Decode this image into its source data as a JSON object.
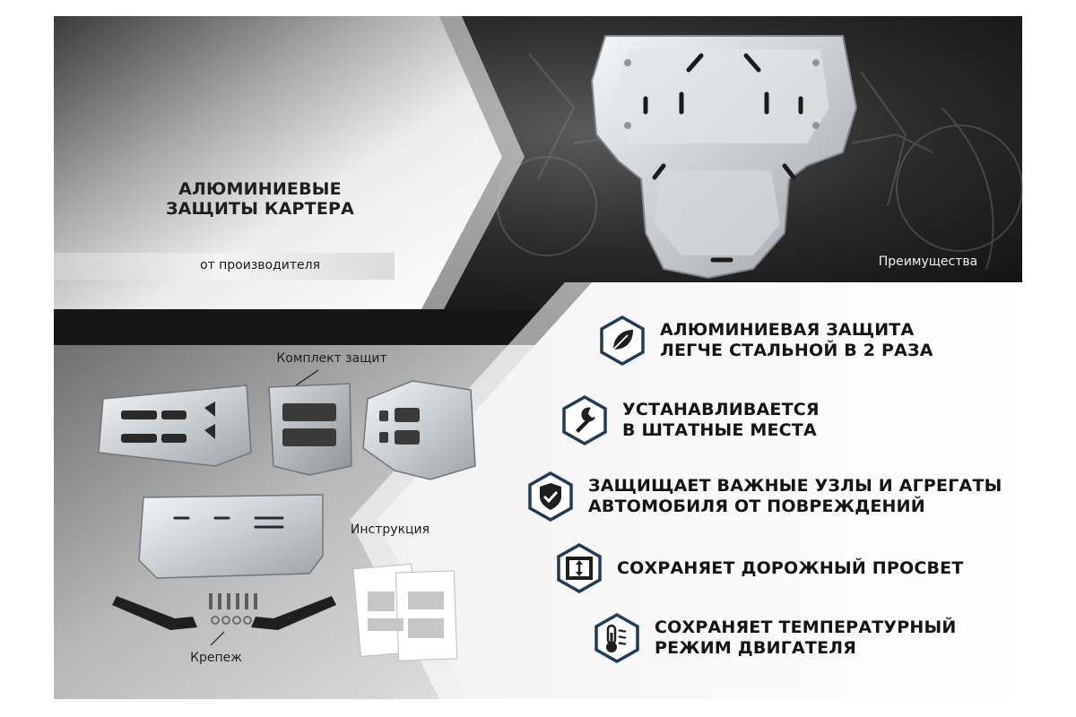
{
  "header": {
    "title_line1": "АЛЮМИНИЕВЫЕ",
    "title_line2": "ЗАЩИТЫ КАРТЕРА",
    "subtitle": "от производителя",
    "photo_caption": "Преимущества"
  },
  "kit": {
    "set_label": "Комплект защит",
    "instructions_label": "Инструкция",
    "fasteners_label": "Крепеж"
  },
  "advantages": [
    {
      "icon": "leaf-icon",
      "line1": "АЛЮМИНИЕВАЯ ЗАЩИТА",
      "line2": "ЛЕГЧЕ СТАЛЬНОЙ В 2 РАЗА"
    },
    {
      "icon": "wrench-icon",
      "line1": "УСТАНАВЛИВАЕТСЯ",
      "line2": "В ШТАТНЫЕ МЕСТА"
    },
    {
      "icon": "shield-check-icon",
      "line1": "ЗАЩИЩАЕТ ВАЖНЫЕ УЗЛЫ И АГРЕГАТЫ",
      "line2": "АВТОМОБИЛЯ ОТ ПОВРЕЖДЕНИЙ"
    },
    {
      "icon": "ground-clearance-icon",
      "line1": "СОХРАНЯЕТ ДОРОЖНЫЙ ПРОСВЕТ",
      "line2": ""
    },
    {
      "icon": "thermometer-icon",
      "line1": "СОХРАНЯЕТ ТЕМПЕРАТУРНЫЙ",
      "line2": "РЕЖИМ ДВИГАТЕЛЯ"
    }
  ],
  "colors": {
    "icon_border": "#1f3b57",
    "icon_fill": "#1e1e1e",
    "text_dark": "#141414"
  }
}
